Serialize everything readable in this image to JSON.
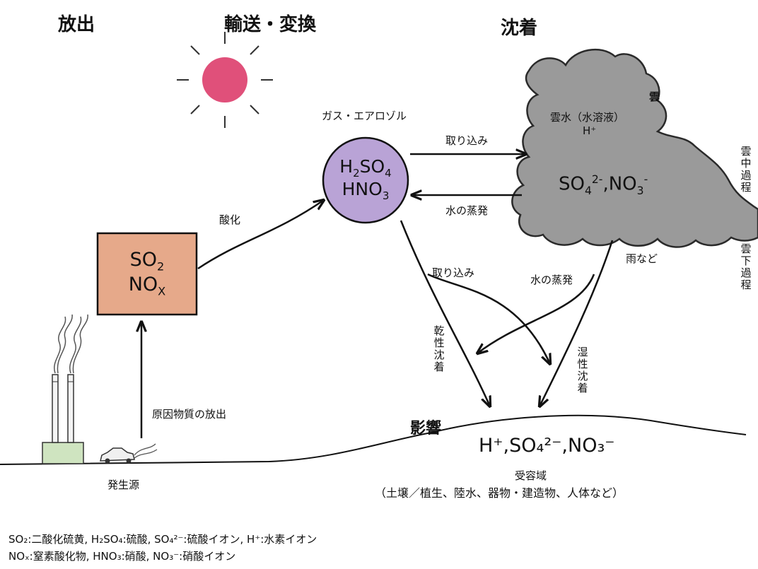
{
  "headings": {
    "emission": "放出",
    "transport": "輸送・変換",
    "deposition": "沈着"
  },
  "gas_aerosol": {
    "label": "ガス・エアロゾル",
    "line1_base": "H",
    "line1_sub": "2",
    "line1_mid": "SO",
    "line1_sub2": "4",
    "line2_base": "HNO",
    "line2_sub": "3"
  },
  "source_box": {
    "line1_base": "SO",
    "line1_sub": "2",
    "line2_base": "NO",
    "line2_sub": "X"
  },
  "cloud": {
    "label": "雲",
    "cloud_water": "雲水（水溶液）",
    "hplus": "H⁺",
    "ions_a": "SO",
    "ions_a_sub": "4",
    "ions_a_sup": "2-",
    "ions_b": ",NO",
    "ions_b_sub": "3",
    "ions_b_sup": "-"
  },
  "arrows": {
    "uptake_top": "取り込み",
    "evaporation_top": "水の蒸発",
    "oxidation": "酸化",
    "uptake_mid": "取り込み",
    "evaporation_mid": "水の蒸発",
    "rain": "雨など",
    "release": "原因物質の放出",
    "dry_deposition": "乾性沈着",
    "wet_deposition": "湿性沈着"
  },
  "processes": {
    "in_cloud": "雲中過程",
    "below_cloud": "雲下過程"
  },
  "ground": {
    "effect": "影響",
    "ions": "H⁺,SO₄²⁻,NO₃⁻",
    "receptor": "受容域",
    "receptor_examples": "（土壌／植生、陸水、器物・建造物、人体など）",
    "source": "発生源"
  },
  "legend": {
    "line1": "SO₂:二酸化硫黄, H₂SO₄:硫酸, SO₄²⁻:硫酸イオン, H⁺:水素イオン",
    "line2": "NOₓ:窒素酸化物, HNO₃:硝酸, NO₃⁻:硝酸イオン"
  },
  "colors": {
    "sun": "#e0507a",
    "gas_circle": "#b9a3d6",
    "source_box": "#e6a98a",
    "cloud": "#9a9a9a",
    "factory": "#cfe4c0",
    "line": "#111111"
  }
}
